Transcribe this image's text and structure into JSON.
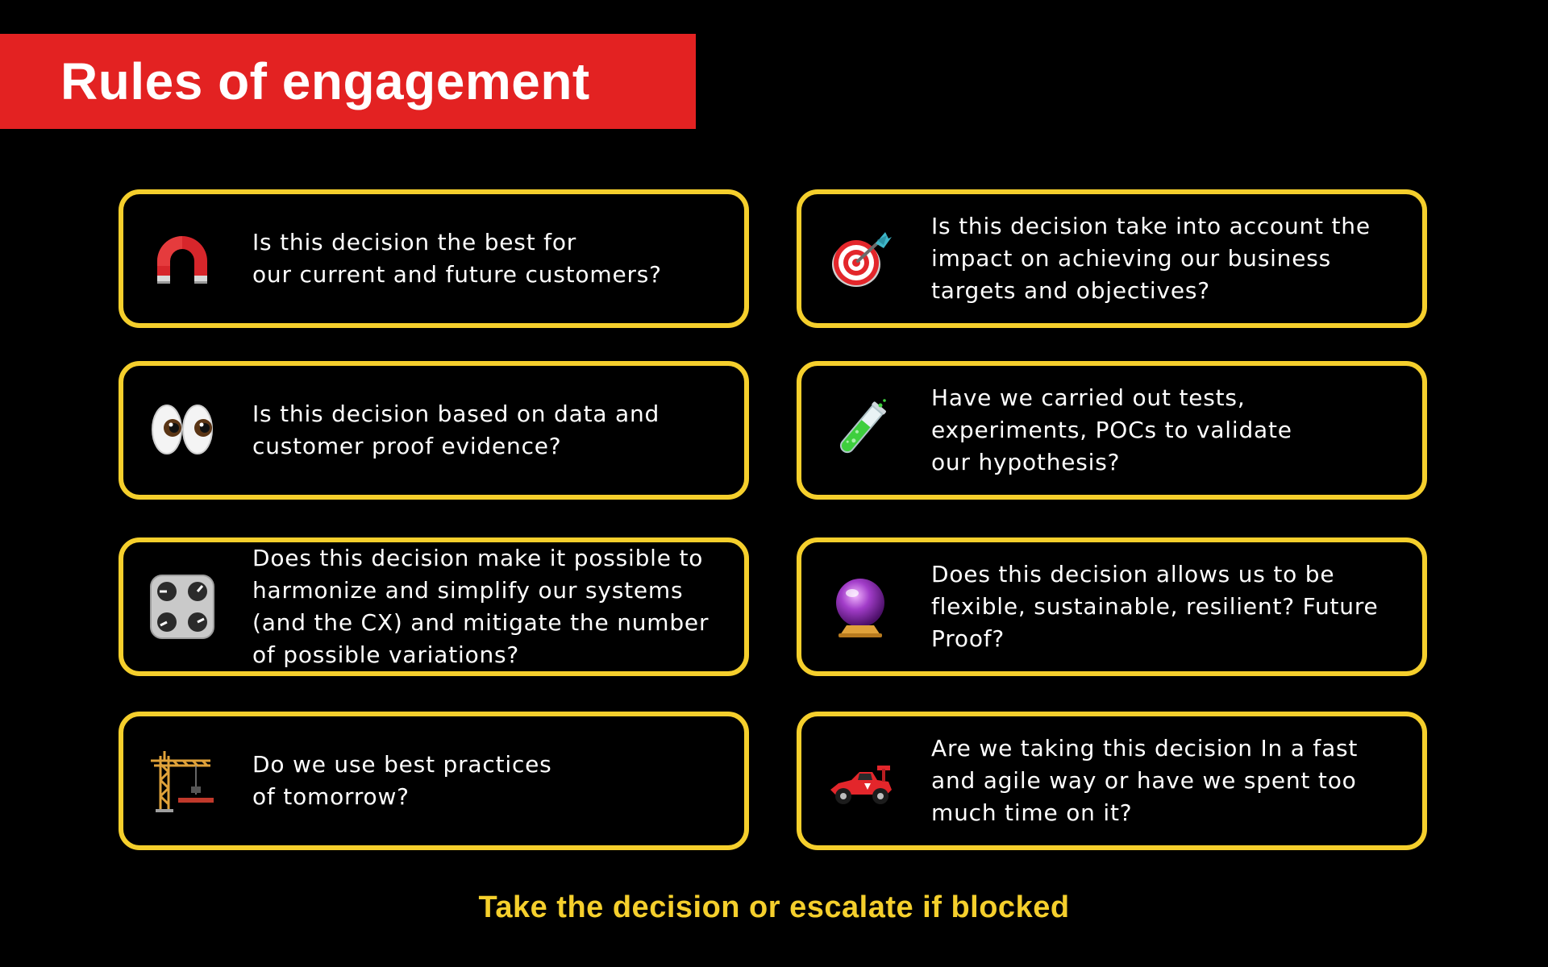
{
  "slide": {
    "title": "Rules of engagement",
    "footer": "Take the decision or escalate if blocked"
  },
  "colors": {
    "banner": "#e32222",
    "card_border": "#f5cf2c",
    "footer_text": "#f5cf2c",
    "background": "#000000"
  },
  "cards": [
    {
      "icon": "magnet-icon",
      "text": "Is this decision the best for\nour current and future customers?"
    },
    {
      "icon": "target-icon",
      "text": "Is this decision take into account the\nimpact on achieving our business\ntargets and objectives?"
    },
    {
      "icon": "eyes-icon",
      "text": "Is this decision based on data and\ncustomer proof evidence?"
    },
    {
      "icon": "test-tube-icon",
      "text": "Have we carried out tests,\nexperiments, POCs to validate\nour hypothesis?"
    },
    {
      "icon": "control-knobs-icon",
      "text": "Does this decision make it possible to\nharmonize and simplify our systems\n(and the CX) and mitigate the number\nof possible variations?"
    },
    {
      "icon": "crystal-ball-icon",
      "text": "Does this decision allows us to be\nflexible, sustainable, resilient? Future\nProof?"
    },
    {
      "icon": "crane-icon",
      "text": "Do we use best practices\nof tomorrow?"
    },
    {
      "icon": "race-car-icon",
      "text": "Are we taking this decision In a fast\nand agile way or have we spent too\nmuch time on it?"
    }
  ]
}
